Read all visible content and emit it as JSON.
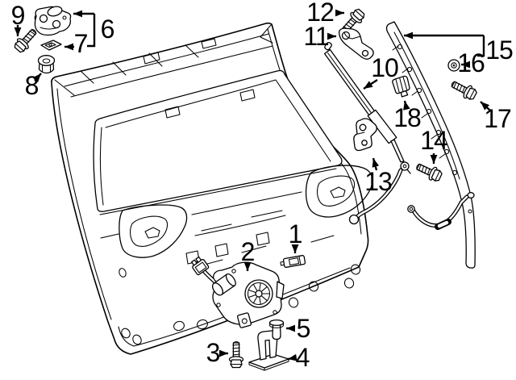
{
  "diagram": {
    "type": "exploded-parts-diagram",
    "subject": "vehicle-tailgate-assembly",
    "background_color": "#ffffff",
    "line_color": "#000000",
    "callout_count": 18,
    "callouts": [
      {
        "num": "1",
        "part": "retainer-clip"
      },
      {
        "num": "2",
        "part": "power-lock-motor-assembly"
      },
      {
        "num": "3",
        "part": "flange-bolt"
      },
      {
        "num": "4",
        "part": "door-stopper-bracket"
      },
      {
        "num": "5",
        "part": "cushion-pin"
      },
      {
        "num": "6",
        "part": "hinge"
      },
      {
        "num": "7",
        "part": "hinge-shim"
      },
      {
        "num": "8",
        "part": "grommet-nut"
      },
      {
        "num": "9",
        "part": "flange-bolt"
      },
      {
        "num": "10",
        "part": "gas-strut"
      },
      {
        "num": "11",
        "part": "strut-bracket-upper"
      },
      {
        "num": "12",
        "part": "flange-bolt"
      },
      {
        "num": "13",
        "part": "strut-bracket-lower"
      },
      {
        "num": "14",
        "part": "flange-bolt"
      },
      {
        "num": "15",
        "part": "side-retainer-moulding"
      },
      {
        "num": "16",
        "part": "grommet"
      },
      {
        "num": "17",
        "part": "flange-bolt"
      },
      {
        "num": "18",
        "part": "trim-clip"
      }
    ],
    "bracket_groups": [
      {
        "parent": "6",
        "children": [
          "7"
        ]
      },
      {
        "parent": "15",
        "children": [
          "16"
        ]
      }
    ]
  }
}
